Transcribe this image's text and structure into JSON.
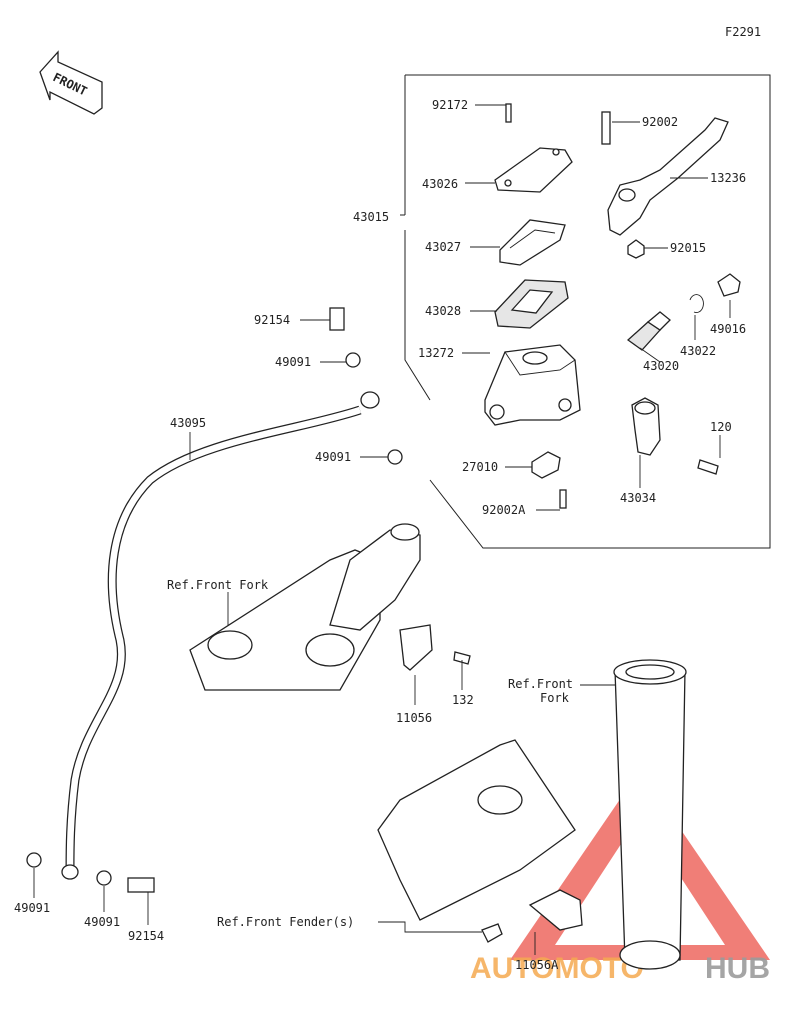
{
  "figure_code": "F2291",
  "front_arrow_text": "FRONT",
  "watermark": {
    "text_a": "AUTOMOTO",
    "text_b": "HUB",
    "color_accent": "#e8352b",
    "color_orange": "#f39a32",
    "color_gray": "#8a8a8a"
  },
  "parts": {
    "p92172": "92172",
    "p92002": "92002",
    "p43026": "43026",
    "p13236": "13236",
    "p43015": "43015",
    "p43027": "43027",
    "p92015": "92015",
    "p43028": "43028",
    "p49016": "49016",
    "p92154_top": "92154",
    "p43022": "43022",
    "p13272": "13272",
    "p49091_a": "49091",
    "p43020": "43020",
    "p43095": "43095",
    "p120": "120",
    "p49091_b": "49091",
    "p27010": "27010",
    "p43034": "43034",
    "p92002A": "92002A",
    "p132": "132",
    "p11056": "11056",
    "p49091_c": "49091",
    "p49091_d": "49091",
    "p92154_bot": "92154",
    "p11056A": "11056A"
  },
  "refs": {
    "front_fork_1": "Ref.Front Fork",
    "front_fork_2a": "Ref.Front",
    "front_fork_2b": "Fork",
    "front_fender": "Ref.Front Fender(s)"
  }
}
